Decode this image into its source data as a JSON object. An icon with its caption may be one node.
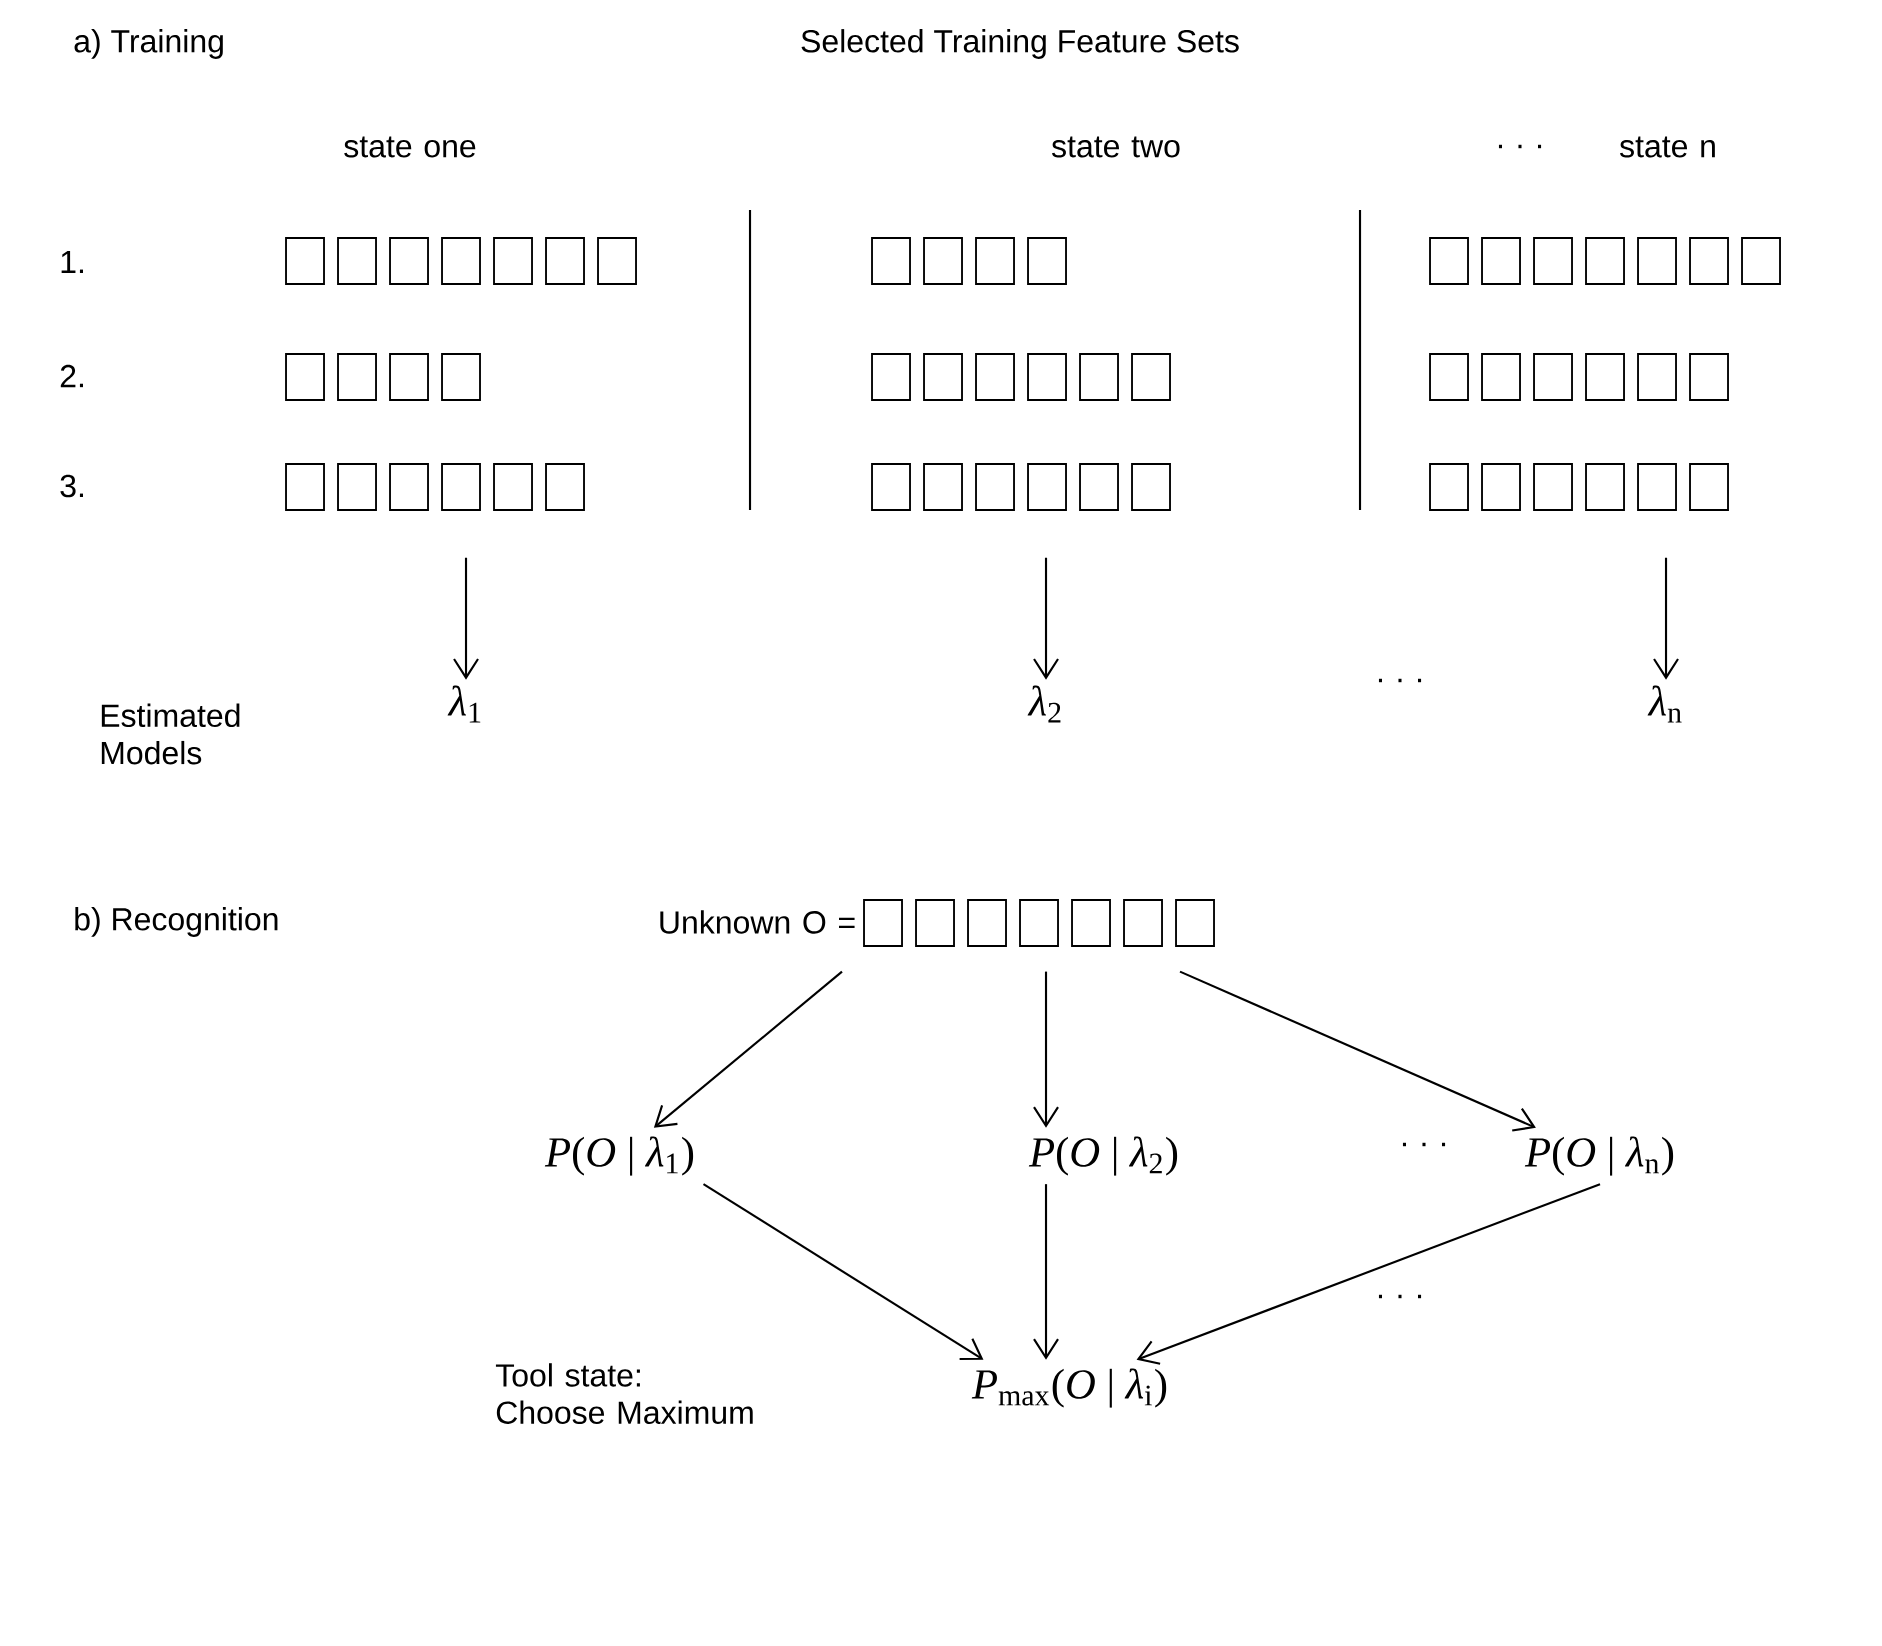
{
  "diagram": {
    "nodes": [
      {
        "text": [
          "state one"
        ]
      },
      {
        "text": [
          "state two"
        ]
      },
      {
        "text": [
          "state n"
        ]
      },
      {
        "text": [
          "*λ*$_{1}$"
        ]
      },
      {
        "text": [
          "*λ*$_{2}$"
        ]
      },
      {
        "text": [
          "*λ*$_{n}$"
        ]
      },
      {
        "text": [
          "Unknown O ="
        ]
      },
      {
        "text": [
          "*P*(*O* | *λ*$_{1}$)"
        ]
      },
      {
        "text": [
          "*P*(*O* | *λ*$_{2}$)"
        ]
      },
      {
        "text": [
          "*P*(*O* | *λ*$_{n}$)"
        ]
      },
      {
        "text": [
          "*P*$_{max}$(*O* | *λ*$_{i}$)"
        ]
      }
    ],
    "edges": [
      {
        "from": 0,
        "to": 3,
        "arrow": "to"
      },
      {
        "from": 1,
        "to": 4,
        "arrow": "to"
      },
      {
        "from": 2,
        "to": 5,
        "arrow": "to"
      },
      {
        "from": 6,
        "to": 7,
        "arrow": "to"
      },
      {
        "from": 6,
        "to": 8,
        "arrow": "to"
      },
      {
        "from": 6,
        "to": 9,
        "arrow": "to"
      },
      {
        "from": 7,
        "to": 10,
        "arrow": "to"
      },
      {
        "from": 8,
        "to": 10,
        "arrow": "to"
      },
      {
        "from": 9,
        "to": 10,
        "arrow": "to"
      }
    ],
    "labels": [
      "a) Training",
      "Selected Training Feature Sets",
      "· · ·",
      "1.",
      "2.",
      "3.",
      "Estimated Models",
      "· · ·",
      "b) Recognition",
      "· · ·",
      "· · ·",
      "Tool state: Choose Maximum"
    ]
  }
}
